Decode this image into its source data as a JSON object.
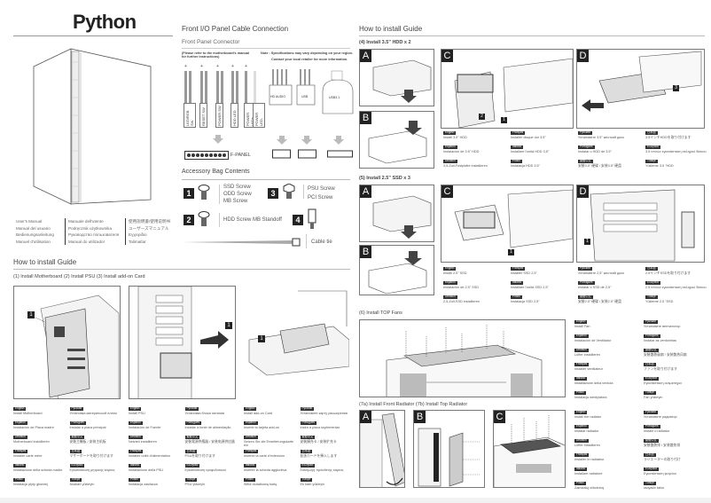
{
  "title": "Python",
  "manual_languages": [
    [
      "User's Manual",
      "Manual del usuario",
      "Bedienungsanleitung",
      "Manuel d'utilisation"
    ],
    [
      "Manuale dell'utente",
      "Podręcznik użytkownika",
      "Руководство пользователя",
      "Manual do utilizador"
    ],
    [
      "使用說明書/使用说明书",
      "ユーザーズマニュアル",
      "Εγχειρίδιο",
      "Talimatlar"
    ]
  ],
  "front_io": {
    "heading": "Front I/O Panel Cable Connection",
    "subheading": "Front Panel Connector",
    "refer_note": "(Please refer to the motherboard's manual for further instructions)",
    "spec_note": "Note : Specifications may vary depending on your region.",
    "spec_note2": "Contact your local retailer for more information.",
    "pins": [
      "LED/RGB SW",
      "RESET SW",
      "POWER SW",
      "HDD LED",
      "POWER LED+",
      "POWER LED-"
    ],
    "plus_sign": "+",
    "cables": [
      "HD AUDIO",
      "USB",
      "USB3.1"
    ],
    "fpanel": "F-PANEL"
  },
  "accessory": {
    "heading": "Accessory Bag Contents",
    "items": [
      {
        "num": "1",
        "lines": [
          "SSD Screw",
          "ODD Screw",
          "MB Screw"
        ]
      },
      {
        "num": "2",
        "lines": [
          "HDD Screw MB Standoff"
        ]
      },
      {
        "num": "3",
        "lines": [
          "PSU Screw",
          "PCI Screw"
        ]
      },
      {
        "num": "4",
        "lines": []
      }
    ],
    "cable_tie": "Cable tie"
  },
  "left_guide": {
    "heading": "How to install Guide",
    "step_title": "(1) Install Motherboard (2) Install PSU (3) Install add-on Card",
    "callouts": [
      "1",
      "1",
      "1"
    ],
    "captions": [
      [
        [
          "English",
          "Install Motherboard"
        ],
        [
          "Русский",
          "Установка материнской платы"
        ],
        [
          "Español",
          "Instalación de Placa madre"
        ],
        [
          "Português",
          "Instalar a placa principal"
        ],
        [
          "Deutsch",
          "Motherboard installieren"
        ],
        [
          "繁體中文",
          "安裝主機板 / 安装主机板"
        ],
        [
          "Français",
          "Installer carte mère"
        ],
        [
          "日本語",
          "マザーボードを取り付けます"
        ],
        [
          "Italiano",
          "Installazione della scheda madre"
        ],
        [
          "Ελληνικά",
          "Εγκατάσταση μητρικής κάρτας"
        ],
        [
          "Polski",
          "Instalacja płyty głównej"
        ],
        [
          "Türkçe",
          "Anakart yükleyin"
        ]
      ],
      [
        [
          "English",
          "Install PSU"
        ],
        [
          "Русский",
          "Установка блока питания"
        ],
        [
          "Español",
          "Instalación de Fuente"
        ],
        [
          "Português",
          "Instalar a fonte de alimentação"
        ],
        [
          "Deutsch",
          "Netzteil installieren"
        ],
        [
          "繁體中文",
          "安裝電源供應器 / 安装电源供应器"
        ],
        [
          "Français",
          "Installer unité d'alimentation"
        ],
        [
          "日本語",
          "PSUを取り付けます"
        ],
        [
          "Italiano",
          "Installazione della PSU"
        ],
        [
          "Ελληνικά",
          "Εγκατάσταση τροφοδοτικού"
        ],
        [
          "Polski",
          "Instalacja zasilacza"
        ],
        [
          "Türkçe",
          "PSU yükleyin"
        ]
      ],
      [
        [
          "English",
          "Install add-on Card"
        ],
        [
          "Русский",
          "Установите карту расширения"
        ],
        [
          "Español",
          "Inserte la tarjeta add-on"
        ],
        [
          "Português",
          "Insira a placa suplementar"
        ],
        [
          "Deutsch",
          "Setzen Sie die Erweiterungskarte ein"
        ],
        [
          "繁體中文",
          "安裝擴充卡 / 安装扩充卡"
        ],
        [
          "Français",
          "Insérez la carte d'extension"
        ],
        [
          "日本語",
          "拡張カードを挿入します"
        ],
        [
          "Italiano",
          "Inserire la scheda aggiuntiva"
        ],
        [
          "Ελληνικά",
          "Εισαγωγή πρόσθετης κάρτας"
        ],
        [
          "Polski",
          "Włóż dodatkową kartę"
        ],
        [
          "Türkçe",
          "Ek kartı yükleyin"
        ]
      ]
    ]
  },
  "right_guide": {
    "heading": "How to install Guide",
    "hdd": {
      "title": "(4) Install 3.5\" HDD x 2",
      "letters": [
        "A",
        "B",
        "C",
        "D"
      ],
      "callouts": [
        "1",
        "2",
        "3"
      ],
      "captions": [
        [
          "English",
          "Install 3.5\" HDD"
        ],
        [
          "Français",
          "Installer disque dur 3,5\""
        ],
        [
          "Русский",
          "Установите 3,5\" жесткий диск"
        ],
        [
          "日本語",
          "3.5インチHDDを取り付けます"
        ],
        [
          "Español",
          "Instalación de 3.5\" HDD"
        ],
        [
          "Italiano",
          "Installare l'unità HDD 3,5\""
        ],
        [
          "Português",
          "Instalar o HDD de 3,5\""
        ],
        [
          "Ελληνικά",
          "3.5 ιντσών εγκατάσταση σκληρού δίσκου"
        ],
        [
          "Deutsch",
          "3,5-Zoll-Festplatte installieren"
        ],
        [
          "Polski",
          "Instalacja HDD 3,5\""
        ],
        [
          "繁體中文",
          "安裝3.5\" 硬碟 / 安装3.5\" 硬盘"
        ],
        [
          "Türkçe",
          "Yükleme 3.5 \"HDD"
        ]
      ]
    },
    "ssd": {
      "title": "(5) Install 2.5\" SSD x 3",
      "letters": [
        "A",
        "B",
        "C",
        "D"
      ],
      "callouts": [
        "1",
        "1"
      ],
      "captions": [
        [
          "English",
          "Install 2.5\" SSD"
        ],
        [
          "Français",
          "Installer SSD 2,5\""
        ],
        [
          "Русский",
          "Установите 2,5\" жесткий диск"
        ],
        [
          "日本語",
          "2.5インチSSDを取り付けます"
        ],
        [
          "Español",
          "Instalación de 2.5\" SSD"
        ],
        [
          "Italiano",
          "Installare l'unità SSD 2,5\""
        ],
        [
          "Português",
          "Instalar o SSD de 2,5\""
        ],
        [
          "Ελληνικά",
          "2.5 ιντσών εγκατάσταση σκληρού δίσκου"
        ],
        [
          "Deutsch",
          "2,5-Zoll-SSD installieren"
        ],
        [
          "Polski",
          "Instalacja SSD 2,5\""
        ],
        [
          "繁體中文",
          "安裝2.5\" 硬碟 / 安装2.5\" 硬盘"
        ],
        [
          "Türkçe",
          "Yükleme 2.5 \"SSD"
        ]
      ]
    },
    "fans": {
      "title": "(6) Install TOP Fans",
      "captions": [
        [
          "English",
          "Install Fan"
        ],
        [
          "Русский",
          "Установите вентилятор"
        ],
        [
          "Español",
          "Instalación de Ventilador"
        ],
        [
          "Português",
          "Instalar as ventoinhas"
        ],
        [
          "Deutsch",
          "Lüfter installieren"
        ],
        [
          "繁體中文",
          "安裝散熱風扇 / 安装散热风扇"
        ],
        [
          "Français",
          "Installer ventilateur"
        ],
        [
          "日本語",
          "ファンを取り付けます"
        ],
        [
          "Italiano",
          "Installazione della ventola"
        ],
        [
          "Ελληνικά",
          "Εγκατάσταση ανεμιστήρα"
        ],
        [
          "Polski",
          "Instalacja wentylatora"
        ],
        [
          "Türkçe",
          "Fan yükleyin"
        ]
      ]
    },
    "radiator": {
      "title": "(7a) Install Front Radiator (7b) Install Top Radiator",
      "letters": [
        "A",
        "B",
        "C"
      ],
      "captions": [
        [
          "English",
          "Install the radiator"
        ],
        [
          "Русский",
          "Установите радиатор"
        ],
        [
          "Español",
          "Instalar radiador"
        ],
        [
          "Português",
          "Instale o radiador"
        ],
        [
          "Deutsch",
          "Lüfter installieren"
        ],
        [
          "繁體中文",
          "安裝散熱排 / 安装散热排"
        ],
        [
          "Français",
          "Installer le radiateur"
        ],
        [
          "日本語",
          "ラジエーターの取り付け"
        ],
        [
          "Italiano",
          "Installare radiatore"
        ],
        [
          "Ελληνικά",
          "Εγκατάσταση ψυγείου"
        ],
        [
          "Polski",
          "Zainstaluj chłodnicę"
        ],
        [
          "Türkçe",
          "radyatör takın"
        ]
      ]
    }
  }
}
